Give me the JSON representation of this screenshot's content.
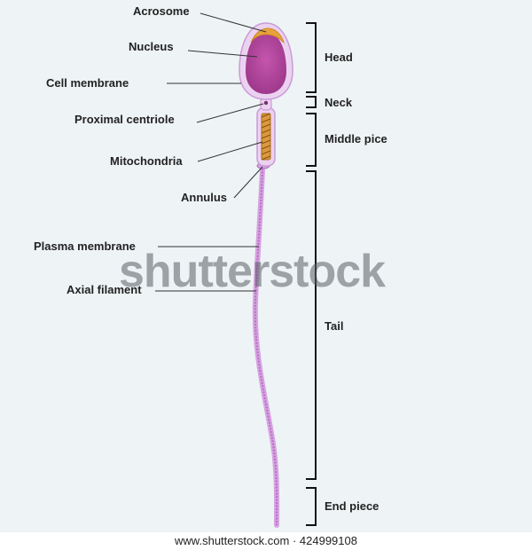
{
  "labels": {
    "acrosome": "Acrosome",
    "nucleus": "Nucleus",
    "cell_membrane": "Cell membrane",
    "proximal_centriole": "Proximal centriole",
    "mitochondria": "Mitochondria",
    "annulus": "Annulus",
    "plasma_membrane": "Plasma membrane",
    "axial_filament": "Axial filament"
  },
  "sections": {
    "head": "Head",
    "neck": "Neck",
    "middle_piece": "Middle pice",
    "tail": "Tail",
    "end_piece": "End piece"
  },
  "watermark": "shutterstock",
  "footer": "www.shutterstock.com · 424999108",
  "colors": {
    "background": "#eef3f5",
    "nucleus": "#b0459a",
    "membrane": "#e9c8ee",
    "acrosome": "#e8a23a",
    "mitochondria": "#c9852a",
    "tail": "#c98ad6"
  }
}
